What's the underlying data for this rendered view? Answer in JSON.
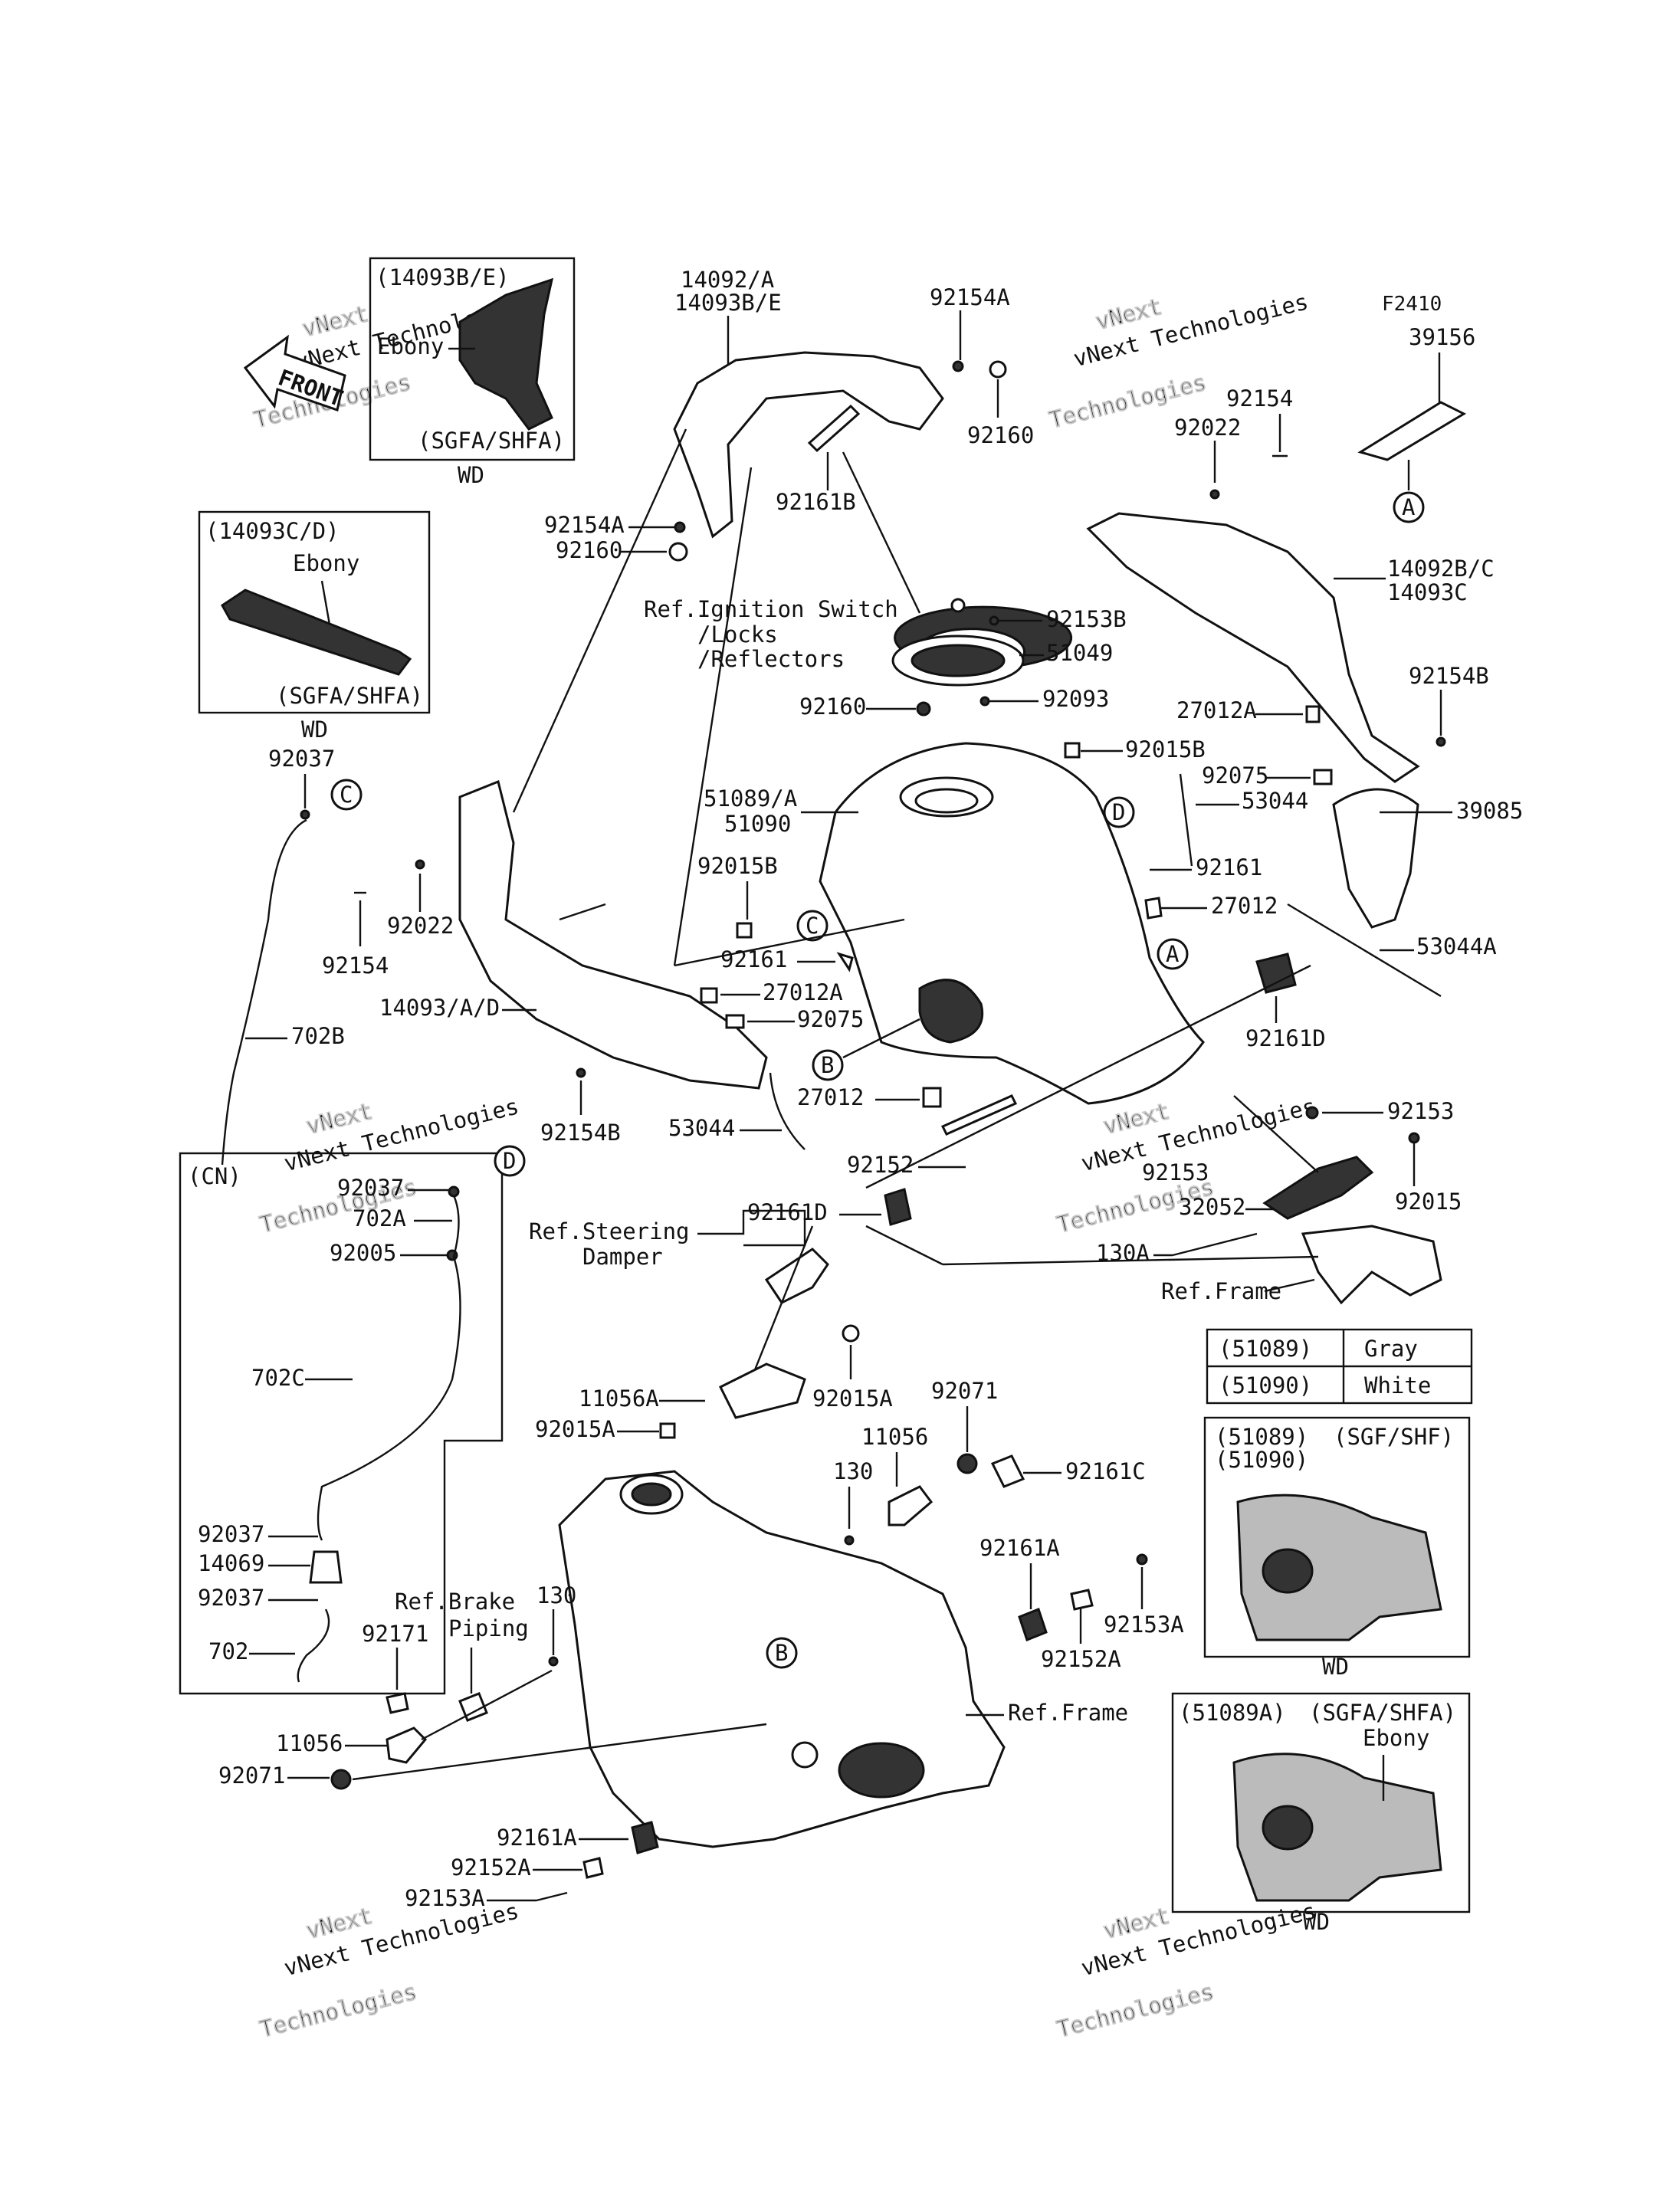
{
  "diagram_code": "F2410",
  "front_label": "FRONT",
  "watermark": {
    "line1": "vNext",
    "line2": "Technologies",
    "caption": "vNext Technologies"
  },
  "color_table": [
    {
      "part": "(51089)",
      "color": "Gray"
    },
    {
      "part": "(51090)",
      "color": "White"
    }
  ],
  "insets": {
    "inset_14093be": {
      "header": "(14093B/E)",
      "finish": "Ebony",
      "model": "(SGFA/SHFA)",
      "footer": "WD"
    },
    "inset_14093cd": {
      "header": "(14093C/D)",
      "finish": "Ebony",
      "model": "(SGFA/SHFA)",
      "footer": "WD"
    },
    "inset_cn": {
      "header": "(CN)"
    },
    "inset_tank_gray": {
      "header1": "(51089)",
      "header2": "(51090)",
      "model": "(SGF/SHF)",
      "footer": "WD"
    },
    "inset_tank_ebony": {
      "header": "(51089A)",
      "model": "(SGFA/SHFA)",
      "finish": "Ebony",
      "footer": "WD"
    }
  },
  "refs": {
    "ignition1": "Ref.Ignition Switch",
    "ignition2": "/Locks",
    "ignition3": "/Reflectors",
    "steering1": "Ref.Steering",
    "steering2": "Damper",
    "brake1": "Ref.Brake",
    "brake2": "Piping",
    "frame1": "Ref.Frame",
    "frame2": "Ref.Frame"
  },
  "callouts": [
    "A",
    "B",
    "C",
    "D"
  ],
  "labels": {
    "p14092a": "14092/A",
    "p14093be": "14093B/E",
    "p92154a_top": "92154A",
    "p92160_top": "92160",
    "p92161b": "92161B",
    "p92154a_left": "92154A",
    "p92160_left": "92160",
    "p39156": "39156",
    "p92154_right": "92154",
    "p92022_right": "92022",
    "p14092bc": "14092B/C",
    "p14093c": "14093C",
    "p92153b": "92153B",
    "p51049": "51049",
    "p92160_mid": "92160",
    "p92093": "92093",
    "p27012a_right": "27012A",
    "p92154b_right": "92154B",
    "p92015b_top": "92015B",
    "p92075_right": "92075",
    "p53044_right": "53044",
    "p39085": "39085",
    "p92037_left": "92037",
    "p51089a": "51089/A",
    "p51090": "51090",
    "p92015b_mid": "92015B",
    "p92161_right": "92161",
    "p27012_right": "27012",
    "p53044a": "53044A",
    "p92154_left": "92154",
    "p92022_left": "92022",
    "p92161_mid": "92161",
    "p14093ad": "14093/A/D",
    "p27012a_mid": "27012A",
    "p92075_mid": "92075",
    "p702b": "702B",
    "p92161d_right": "92161D",
    "p27012_mid": "27012",
    "p92154b_left": "92154B",
    "p53044_left": "53044",
    "p92152_mid": "92152",
    "p92153_right": "92153",
    "p92161d_left": "92161D",
    "p92153_stack": "92153",
    "p32052": "32052",
    "p92015_right": "92015",
    "p130a": "130A",
    "p92037_cn_top": "92037",
    "p702a": "702A",
    "p92005": "92005",
    "p702c": "702C",
    "p92037_cn_mid": "92037",
    "p14069": "14069",
    "p92037_cn_bot": "92037",
    "p702": "702",
    "p11056a": "11056A",
    "p92015a_right": "92015A",
    "p92015a_left": "92015A",
    "p92071_top": "92071",
    "p11056_top": "11056",
    "p130_top": "130",
    "p92161c": "92161C",
    "p92161a_right": "92161A",
    "p92153a_right": "92153A",
    "p92152a_right": "92152A",
    "p130_mid": "130",
    "p92171": "92171",
    "p11056_bot": "11056",
    "p92071_bot": "92071",
    "p92161a_bot": "92161A",
    "p92152a_bot": "92152A",
    "p92153a_bot": "92153A"
  }
}
